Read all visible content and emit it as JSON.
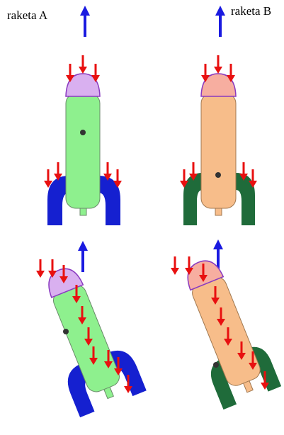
{
  "labels": {
    "rocket_a": "raketa A",
    "rocket_b": "raketa B"
  },
  "colors": {
    "rocket_a_body": "#8ef08e",
    "rocket_a_nose": "#d9b0f0",
    "rocket_a_fins": "#1520d0",
    "rocket_b_body": "#f7bd8a",
    "rocket_b_nose": "#f7aea0",
    "rocket_b_fins": "#1f6b3a",
    "force_arrows": "#e81010",
    "motion_arrows": "#1a1ae0"
  },
  "icons": {
    "force": "red-arrow-down",
    "motion": "blue-arrow-up",
    "center_of_mass": "black-dot"
  }
}
